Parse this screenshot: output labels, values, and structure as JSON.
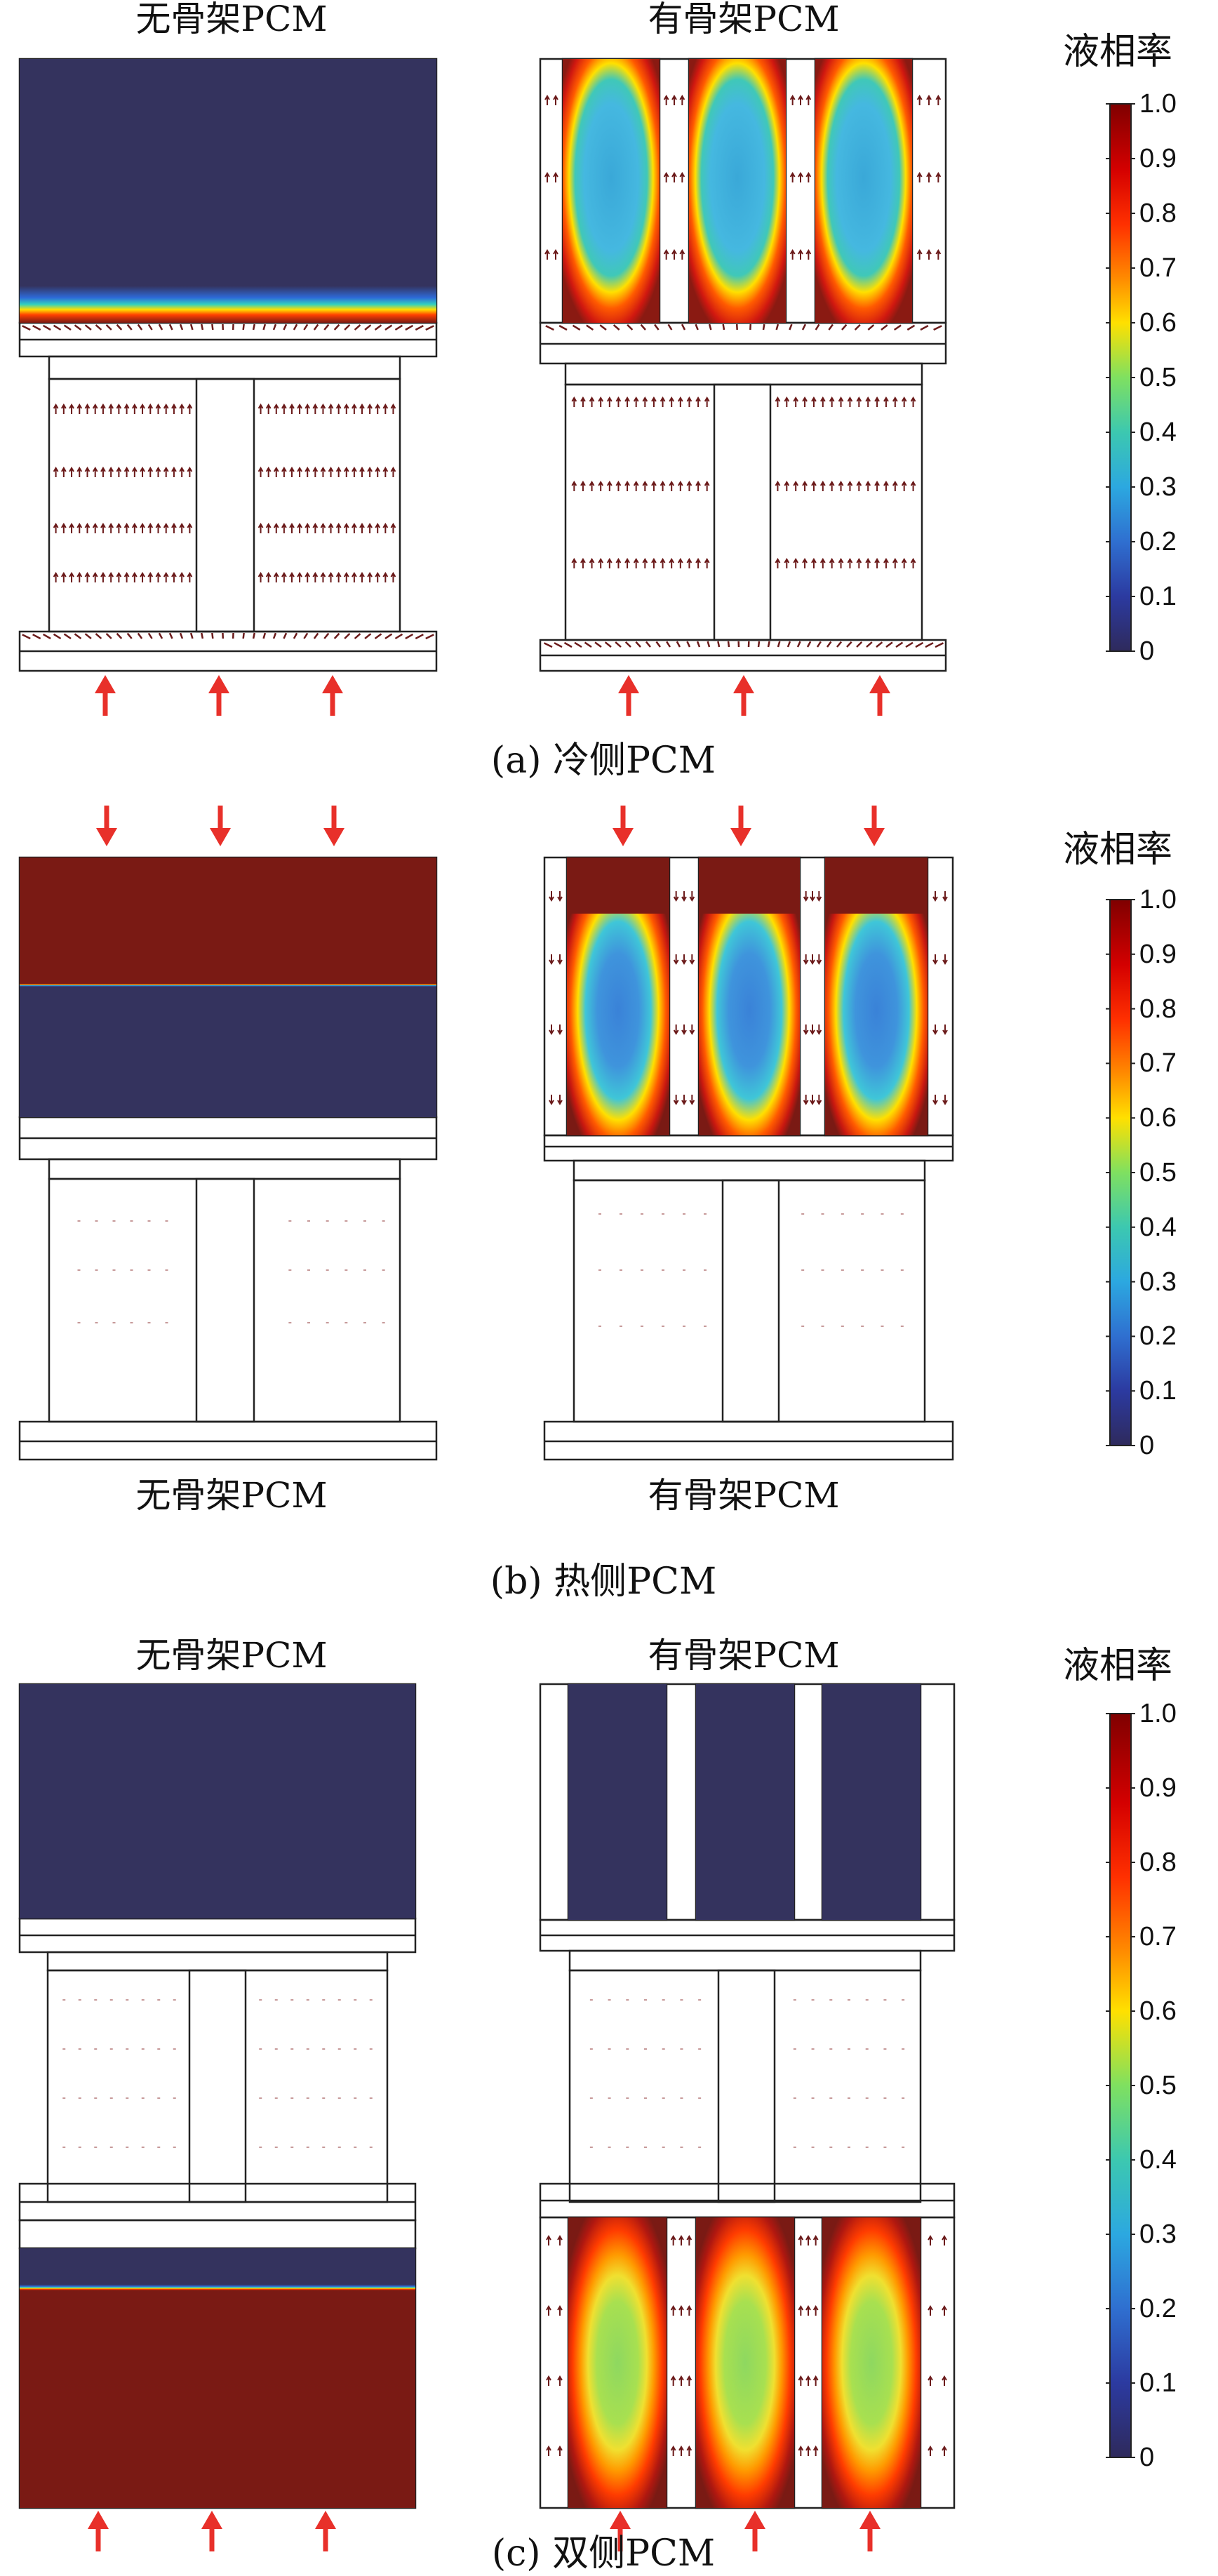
{
  "colors": {
    "liquid": "#7a1a14",
    "solid": "#34335e",
    "flux_arrow": "#e8302a",
    "velocity_arrow": "#6b1a1a",
    "frame": "#222222"
  },
  "colorbar": {
    "title": "液相率",
    "ticks": [
      "1.0",
      "0.9",
      "0.8",
      "0.7",
      "0.6",
      "0.5",
      "0.4",
      "0.3",
      "0.2",
      "0.1",
      "0"
    ],
    "colormap": "jet"
  },
  "panels": [
    {
      "id": "a",
      "caption": "(a) 冷侧PCM",
      "left_label": "无骨架PCM",
      "right_label": "有骨架PCM",
      "label_position": "top",
      "flux_direction": "up",
      "pcm_location": "top"
    },
    {
      "id": "b",
      "caption": "(b) 热侧PCM",
      "left_label": "无骨架PCM",
      "right_label": "有骨架PCM",
      "label_position": "bottom",
      "flux_direction": "down",
      "pcm_location": "top"
    },
    {
      "id": "c",
      "caption": "(c) 双侧PCM",
      "left_label": "无骨架PCM",
      "right_label": "有骨架PCM",
      "label_position": "top",
      "flux_direction": "up",
      "pcm_location": "top-and-bottom"
    }
  ]
}
